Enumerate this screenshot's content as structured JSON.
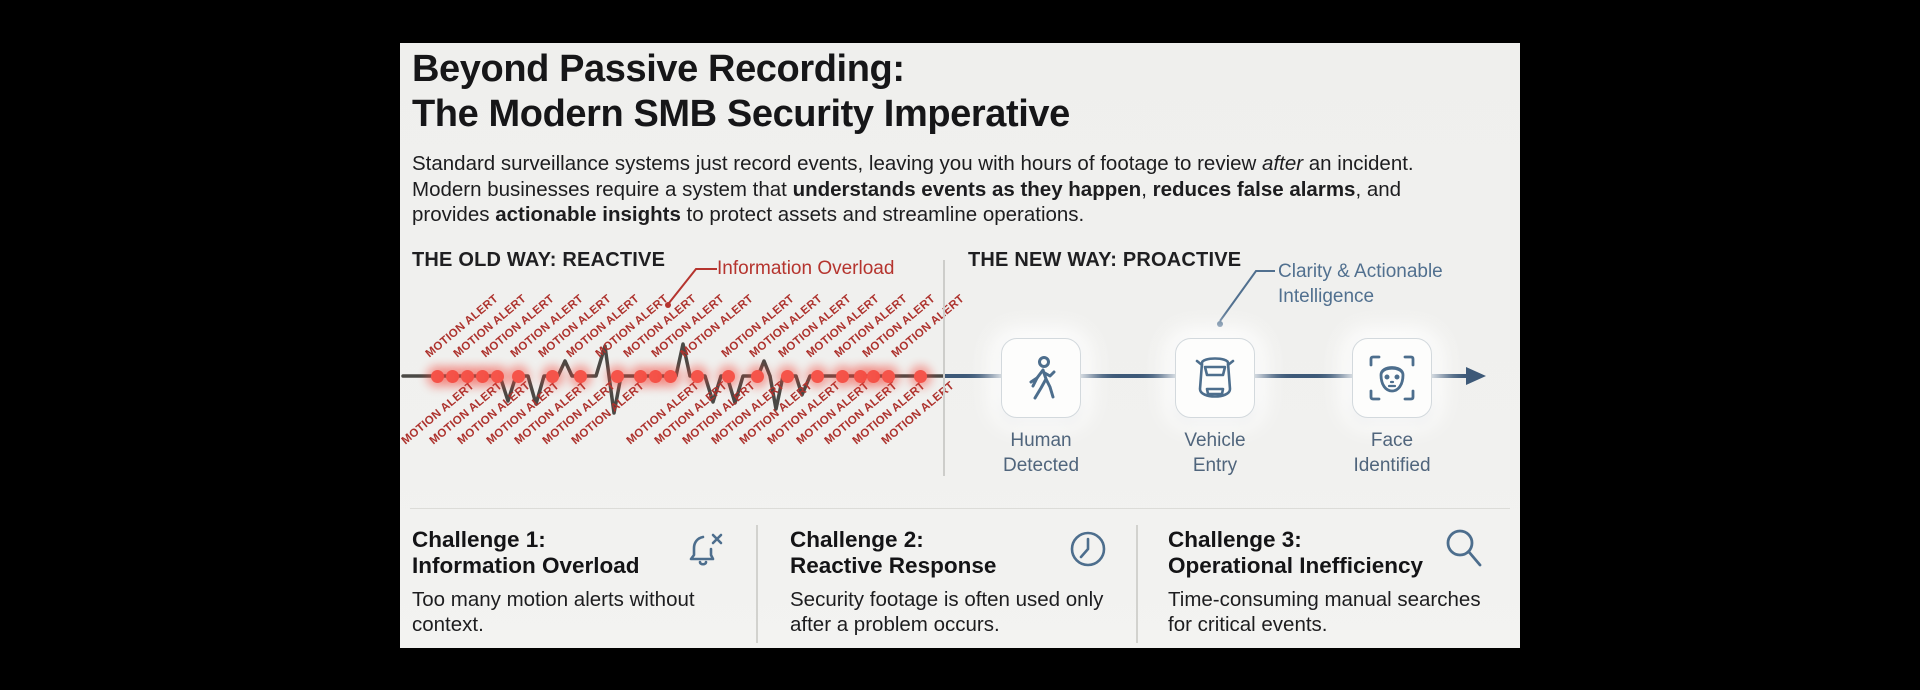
{
  "header": {
    "title_line1": "Beyond Passive Recording:",
    "title_line2": "The Modern SMB Security Imperative"
  },
  "intro": {
    "lines": [
      [
        {
          "t": "Standard surveillance systems just record events, leaving you with hours of footage to review ",
          "s": "n"
        },
        {
          "t": "after",
          "s": "i"
        },
        {
          "t": " an incident.",
          "s": "n"
        }
      ],
      [
        {
          "t": "Modern businesses require a system that ",
          "s": "n"
        },
        {
          "t": "understands events as they happen",
          "s": "b"
        },
        {
          "t": ", ",
          "s": "n"
        },
        {
          "t": "reduces false alarms",
          "s": "b"
        },
        {
          "t": ", and",
          "s": "n"
        }
      ],
      [
        {
          "t": "provides ",
          "s": "n"
        },
        {
          "t": "actionable insights",
          "s": "b"
        },
        {
          "t": " to protect assets and streamline operations.",
          "s": "n"
        }
      ]
    ]
  },
  "old_way": {
    "header": "THE OLD WAY: REACTIVE",
    "annotation": "Information Overload",
    "alert_label": "MOTION ALERT",
    "labels_above_x": [
      32,
      60,
      88,
      117,
      145,
      173,
      202,
      230,
      258,
      287,
      328,
      356,
      385,
      413,
      441,
      469,
      498
    ],
    "labels_below_x": [
      8,
      36,
      64,
      93,
      121,
      149,
      178,
      233,
      261,
      289,
      318,
      346,
      374,
      403,
      431,
      459,
      488
    ],
    "dots_x": [
      37,
      52,
      67,
      82,
      97,
      118,
      152,
      180,
      217,
      240,
      255,
      270,
      297,
      328,
      357,
      387,
      417,
      442,
      460,
      473,
      488,
      520
    ]
  },
  "new_way": {
    "header": "THE NEW WAY: PROACTIVE",
    "annotation_line1": "Clarity & Actionable",
    "annotation_line2": "Intelligence",
    "events": [
      {
        "icon": "walking-person-icon",
        "label_line1": "Human",
        "label_line2": "Detected"
      },
      {
        "icon": "car-top-icon",
        "label_line1": "Vehicle",
        "label_line2": "Entry"
      },
      {
        "icon": "face-scan-icon",
        "label_line1": "Face",
        "label_line2": "Identified"
      }
    ]
  },
  "challenges": [
    {
      "title_line1": "Challenge 1:",
      "title_line2": "Information Overload",
      "body_line1": "Too many motion alerts without",
      "body_line2": "context.",
      "icon": "bell-off-icon"
    },
    {
      "title_line1": "Challenge 2:",
      "title_line2": "Reactive Response",
      "body_line1": "Security footage is often used only",
      "body_line2": "after a problem occurs.",
      "icon": "clock-icon"
    },
    {
      "title_line1": "Challenge 3:",
      "title_line2": "Operational Inefficiency",
      "body_line1": "Time-consuming manual searches",
      "body_line2": "for critical events.",
      "icon": "search-icon"
    }
  ],
  "colors": {
    "alert_red": "#b5342e",
    "dot_red": "#f5544a",
    "slate": "#4d6e8d",
    "old_line": "#4a4945",
    "new_line": "#3d5978"
  }
}
